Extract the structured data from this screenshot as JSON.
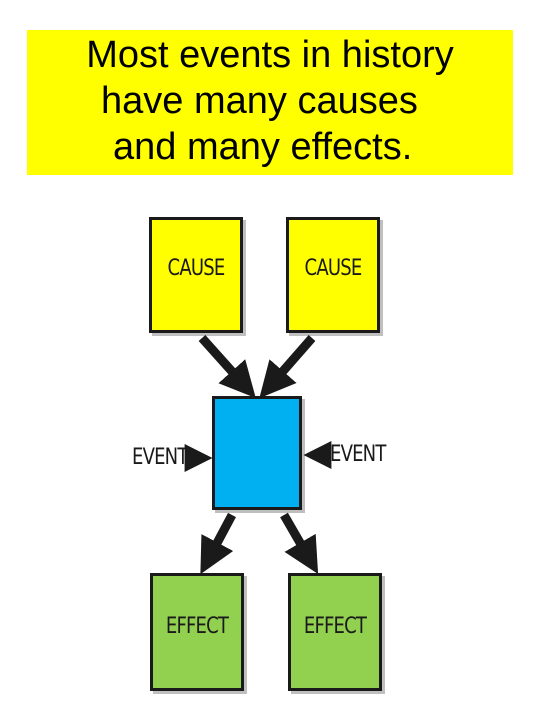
{
  "headline": {
    "line1": "Most events in history",
    "line2": "have many causes",
    "line3": "and many effects."
  },
  "diagram": {
    "cause_left": "CAUSE",
    "cause_right": "CAUSE",
    "event_left_label": "EVENT",
    "event_right_label": "EVENT",
    "effect_left": "EFFECT",
    "effect_right": "EFFECT"
  },
  "colors": {
    "headline_bg": "#ffff00",
    "cause": "#ffff00",
    "event": "#00b0f0",
    "effect": "#92d050"
  }
}
